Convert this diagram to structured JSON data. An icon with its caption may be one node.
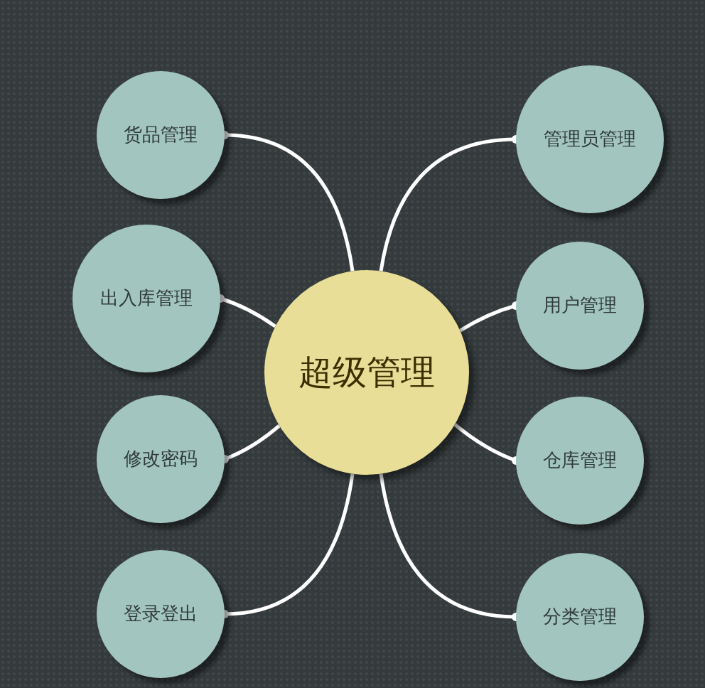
{
  "diagram": {
    "nodes": [
      {
        "text": [
          "超级管理"
        ]
      },
      {
        "text": [
          "货品管理"
        ]
      },
      {
        "text": [
          "出入库管理"
        ]
      },
      {
        "text": [
          "修改密码"
        ]
      },
      {
        "text": [
          "登录登出"
        ]
      },
      {
        "text": [
          "管理员管理"
        ]
      },
      {
        "text": [
          "用户管理"
        ]
      },
      {
        "text": [
          "仓库管理"
        ]
      },
      {
        "text": [
          "分类管理"
        ]
      }
    ],
    "edges": [
      {
        "from": 0,
        "to": 1,
        "arrow": "other"
      },
      {
        "from": 0,
        "to": 2,
        "arrow": "other"
      },
      {
        "from": 0,
        "to": 3,
        "arrow": "other"
      },
      {
        "from": 0,
        "to": 4,
        "arrow": "other"
      },
      {
        "from": 0,
        "to": 5,
        "arrow": "other"
      },
      {
        "from": 0,
        "to": 6,
        "arrow": "other"
      },
      {
        "from": 0,
        "to": 7,
        "arrow": "other"
      },
      {
        "from": 0,
        "to": 8,
        "arrow": "other"
      }
    ]
  }
}
